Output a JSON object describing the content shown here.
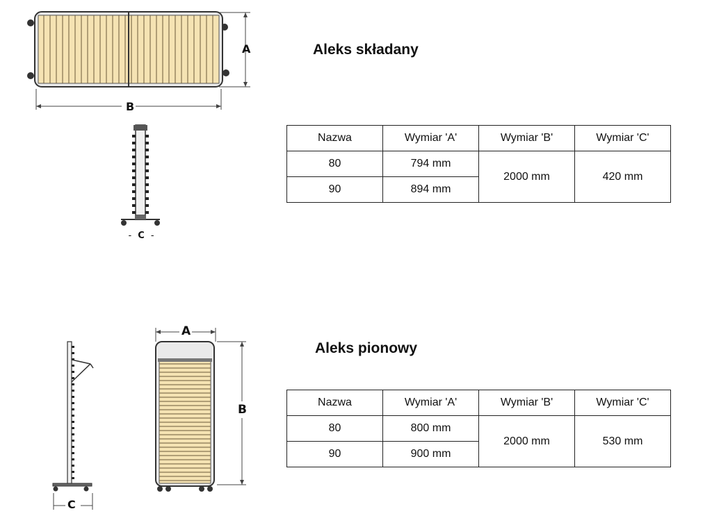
{
  "products": [
    {
      "title": "Aleks składany",
      "headers": [
        "Nazwa",
        "Wymiar 'A'",
        "Wymiar 'B'",
        "Wymiar 'C'"
      ],
      "rows": [
        {
          "nazwa": "80",
          "a": "794 mm"
        },
        {
          "nazwa": "90",
          "a": "894 mm"
        }
      ],
      "b": "2000 mm",
      "c": "420 mm",
      "labels": {
        "a": "A",
        "b": "B",
        "c": "C"
      }
    },
    {
      "title": "Aleks pionowy",
      "headers": [
        "Nazwa",
        "Wymiar 'A'",
        "Wymiar 'B'",
        "Wymiar 'C'"
      ],
      "rows": [
        {
          "nazwa": "80",
          "a": "800 mm"
        },
        {
          "nazwa": "90",
          "a": "900 mm"
        }
      ],
      "b": "2000 mm",
      "c": "530 mm",
      "labels": {
        "a": "A",
        "b": "B",
        "c": "C"
      }
    }
  ],
  "colors": {
    "slat": "#f5e3b3",
    "frame": "#3a3a3a",
    "dimension_line": "#444444"
  }
}
